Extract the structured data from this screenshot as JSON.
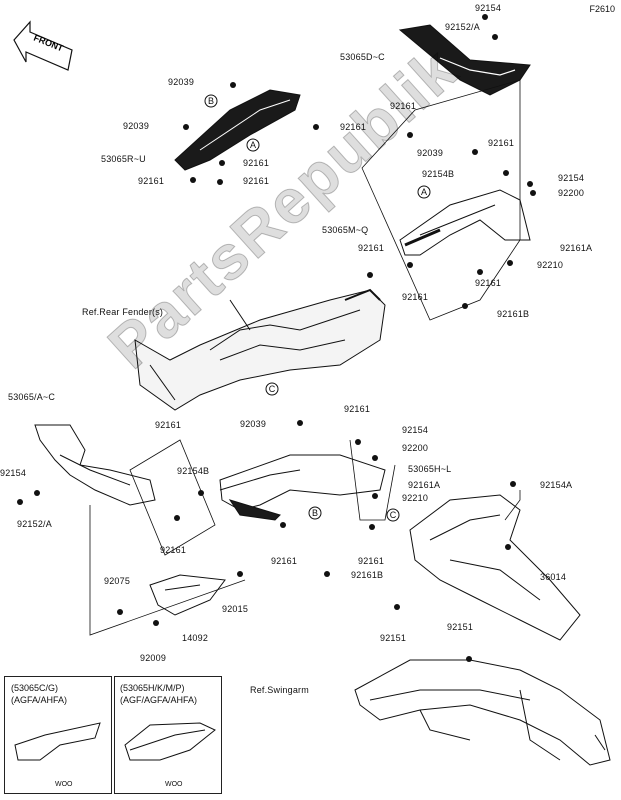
{
  "figure_id": "F2610",
  "front_arrow": "FRONT",
  "watermark": "PartsRepublik",
  "callouts": [
    "A",
    "B",
    "A",
    "B",
    "C",
    "C"
  ],
  "labels": {
    "l92154_top": "92154",
    "l92152A_top": "92152/A",
    "l53065D": "53065D~C",
    "l92039_a": "92039",
    "l92039_b": "92039",
    "l92161_a": "92161",
    "l53065R": "53065R~U",
    "l92161_b": "92161",
    "l92161_c": "92161",
    "l92161_d": "92161",
    "l92161_e": "92161",
    "l92039_c": "92039",
    "l92161_f": "92161",
    "l92154B_a": "92154B",
    "l92154_b": "92154",
    "l92200_a": "92200",
    "l53065M": "53065M~Q",
    "l92161A_a": "92161A",
    "l92161_g": "92161",
    "l92210_a": "92210",
    "l92161_h": "92161",
    "l92161_i": "92161",
    "lRefRear": "Ref.Rear Fender(s)",
    "l92161B_a": "92161B",
    "l53065A": "53065/A~C",
    "l92161_j": "92161",
    "l92039_d": "92039",
    "l92161_k": "92161",
    "l92154_c": "92154",
    "l92200_b": "92200",
    "l92154B_b": "92154B",
    "l53065H": "53065H~L",
    "l92154_d": "92154",
    "l92161A_b": "92161A",
    "l92152A_b": "92152/A",
    "l92210_b": "92210",
    "l92161_l": "92161",
    "l92154A": "92154A",
    "l92161_m": "92161",
    "l92161_n": "92161",
    "l92161B_b": "92161B",
    "l92075": "92075",
    "l92015": "92015",
    "l36014": "36014",
    "l14092": "14092",
    "l92009": "92009",
    "l92151_a": "92151",
    "l92151_b": "92151",
    "lRefSwing": "Ref.Swingarm"
  },
  "insets": [
    {
      "line1": "(53065C/G)",
      "line2": "(AGFA/AHFA)",
      "code": "WOO"
    },
    {
      "line1": "(53065H/K/M/P)",
      "line2": "(AGF/AGFA/AHFA)",
      "code": "WOO"
    }
  ]
}
